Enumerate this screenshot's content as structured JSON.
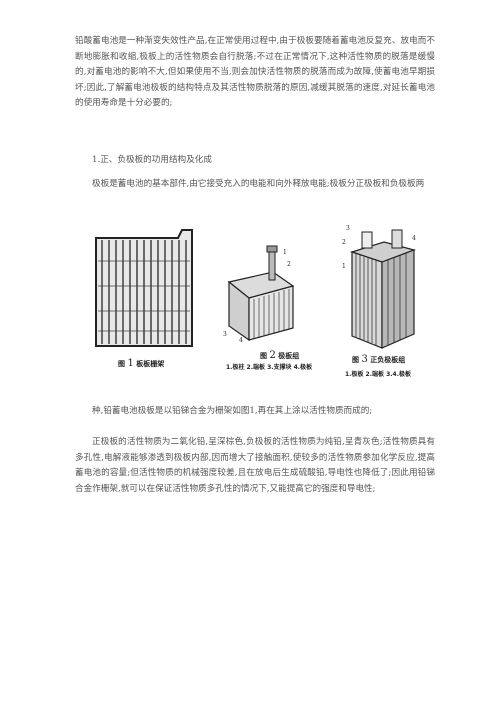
{
  "paragraphs": {
    "p1": "铅酸蓄电池是一种渐变失效性产品,在正常使用过程中,由于极板要随着蓄电池反复充、放电而不断地膨胀和收缩,极板上的活性物质会自行脱落;不过在正常情况下,这种活性物质的脱落是缓慢的,对蓄电池的影响不大,但如果使用不当,则会加快活性物质的脱落而成为故障,使蓄电池早期损坏;因此,了解蓄电池极板的结构特点及其活性物质脱落的原因,减缓其脱落的速度,对延长蓄电池的使用寿命是十分必要的;",
    "section_heading": "1.正、负极板的功用结构及化成",
    "p2": "极板是蓄电池的基本部件,由它接受充入的电能和向外释放电能;极板分正极板和负极板两",
    "p3": "种,铅蓄电池极板是以铅锑合金为栅架如图1,再在其上涂以活性物质而成的;",
    "p4": "正极板的活性物质为二氧化铅,呈深棕色,负极板的活性物质为纯铅,呈青灰色;活性物质具有多孔性,电解液能够渗透到极板内部,因而增大了接触面积,使较多的活性物质参加化学反应,提高蓄电池的容量;但活性物质的机械强度较差,且在放电后生成硫酸铅,导电性也降低了;因此用铅锑合金作栅架,就可以在保证活性物质多孔性的情况下,又能提高它的强度和导电性;"
  },
  "figures": {
    "fig1": {
      "prefix": "图",
      "num": "1",
      "title": "板板栅架"
    },
    "fig2": {
      "prefix": "图",
      "num": "2",
      "title": "极板组",
      "legend": "1.极柱  2.端板  3.支撑块  4.极板",
      "callouts": [
        "1",
        "2",
        "3",
        "4"
      ]
    },
    "fig3": {
      "prefix": "图",
      "num": "3",
      "title": "正负极板组",
      "legend": "1.极板  2.端板  3.4.极板",
      "callouts": [
        "1",
        "2",
        "3",
        "4"
      ]
    }
  }
}
